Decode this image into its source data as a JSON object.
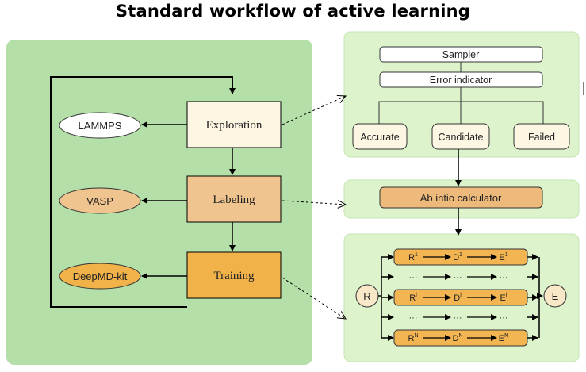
{
  "title": "Standard workflow of active learning",
  "workflow": {
    "steps": [
      "Exploration",
      "Labeling",
      "Training"
    ],
    "tools": [
      "LAMMPS",
      "VASP",
      "DeepMD-kit"
    ]
  },
  "exploration_detail": {
    "sampler": "Sampler",
    "error_indicator": "Error indicator",
    "outcomes": [
      "Accurate",
      "Candidate",
      "Failed"
    ]
  },
  "labeling_detail": {
    "calculator": "Ab intio calculator"
  },
  "training_detail": {
    "input": "R",
    "output": "E",
    "rows": [
      {
        "r": "R",
        "d": "D",
        "e": "E",
        "sup": "1"
      },
      {
        "r": "R",
        "d": "D",
        "e": "E",
        "sup": "i"
      },
      {
        "r": "R",
        "d": "D",
        "e": "E",
        "sup": "N"
      }
    ],
    "ellipsis": "···"
  },
  "colors": {
    "panel_green": "#b4dfa8",
    "light_green": "#dcf3cc",
    "exploration_fill": "#fdf6e3",
    "labeling_fill": "#f0c48e",
    "training_fill": "#f1b24a",
    "calc_fill": "#eeba7b",
    "row_fill": "#f3b551"
  }
}
